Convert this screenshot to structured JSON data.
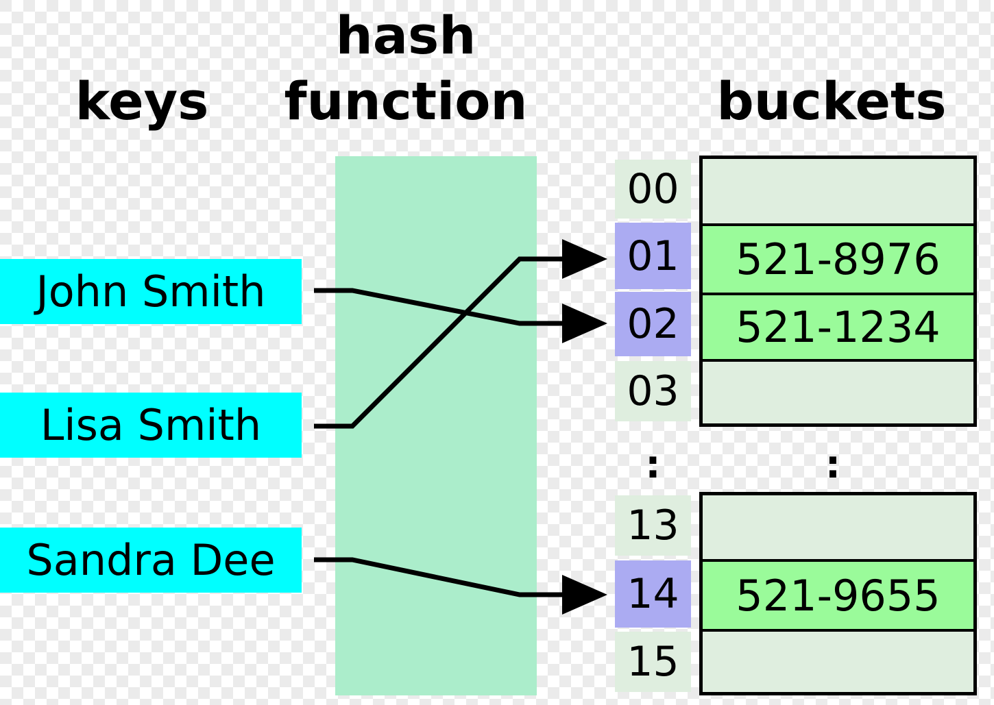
{
  "title": {
    "line1": "hash",
    "keys": "keys",
    "function": "function",
    "buckets": "buckets"
  },
  "keys": [
    {
      "label": "John Smith",
      "maps_to_index": "02"
    },
    {
      "label": "Lisa Smith",
      "maps_to_index": "01"
    },
    {
      "label": "Sandra Dee",
      "maps_to_index": "14"
    }
  ],
  "index_column": {
    "top": [
      {
        "label": "00",
        "highlighted": false
      },
      {
        "label": "01",
        "highlighted": true
      },
      {
        "label": "02",
        "highlighted": true
      },
      {
        "label": "03",
        "highlighted": false
      }
    ],
    "bottom": [
      {
        "label": "13",
        "highlighted": false
      },
      {
        "label": "14",
        "highlighted": true
      },
      {
        "label": "15",
        "highlighted": false
      }
    ]
  },
  "buckets": {
    "top": [
      {
        "index": "00",
        "value": "",
        "filled": false
      },
      {
        "index": "01",
        "value": "521-8976",
        "filled": true
      },
      {
        "index": "02",
        "value": "521-1234",
        "filled": true
      },
      {
        "index": "03",
        "value": "",
        "filled": false
      }
    ],
    "bottom": [
      {
        "index": "13",
        "value": "",
        "filled": false
      },
      {
        "index": "14",
        "value": "521-9655",
        "filled": true
      },
      {
        "index": "15",
        "value": "",
        "filled": false
      }
    ]
  },
  "ellipsis": {
    "index_column": ":",
    "bucket_column": ":"
  },
  "colors": {
    "key_box": "#00ffff",
    "hash_band": "#abedcb",
    "bucket_filled": "#9afb9a",
    "bucket_empty": "#dfeedf",
    "index_highlight": "#ababf2",
    "index_normal": "#dfeedf",
    "line_and_text": "#000000",
    "checker_light": "#ffffff",
    "checker_dark": "#ebebeb"
  }
}
